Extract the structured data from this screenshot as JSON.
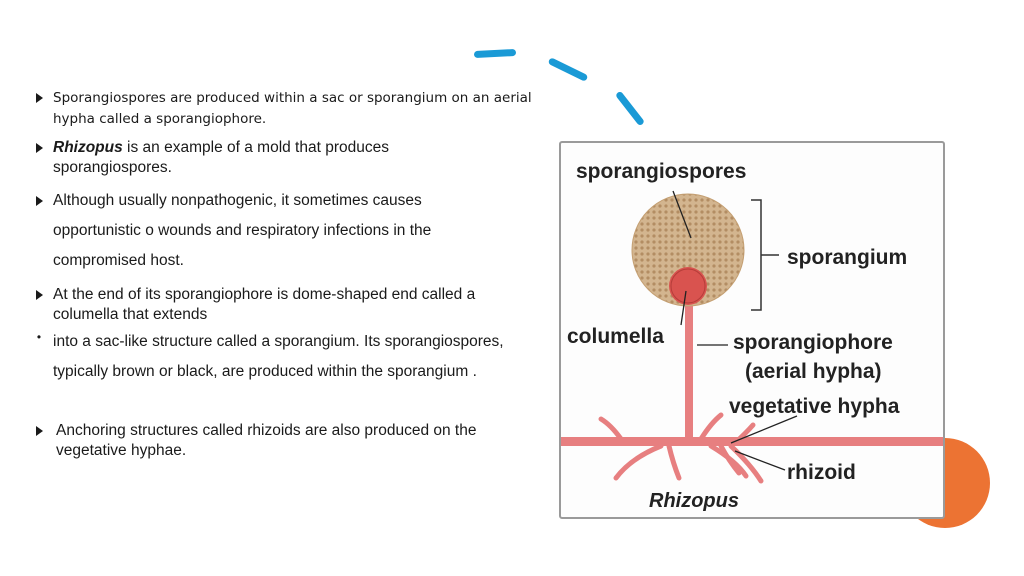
{
  "bullets": [
    {
      "text": "Sporangiospores are produced within a sac or sporangium on an aerial hypha called a sporangiophore."
    },
    {
      "em": "Rhizopus",
      "text": " is an example of a mold that produces sporangiospores."
    },
    {
      "text": "Although  usually  nonpathogenic,  it  sometimes  causes opportunistic  o   wounds  and respiratory infections in the compromised host."
    },
    {
      "text": "At the end of its sporangiophore is dome-shaped end called a columella that extends"
    },
    {
      "text": "into a sac-like structure called a sporangium. Its sporangiospores, typically brown or black, are produced within the sporangium ."
    },
    {
      "text": "Anchoring structures called rhizoids are also produced on the vegetative hyphae."
    }
  ],
  "figure": {
    "labels": {
      "sporangiospores": "sporangiospores",
      "sporangium": "sporangium",
      "columella": "columella",
      "sporangiophore": "sporangiophore",
      "aerial_hypha": "(aerial hypha)",
      "vegetative_hypha": "vegetative hypha",
      "rhizoid": "rhizoid",
      "caption": "Rhizopus"
    }
  },
  "colors": {
    "accent_blue": "#1a9ad6",
    "accent_orange": "#ec7333",
    "hypha": "#e77f80",
    "sporangium": "#c8a57c",
    "columella": "#d9534f"
  }
}
